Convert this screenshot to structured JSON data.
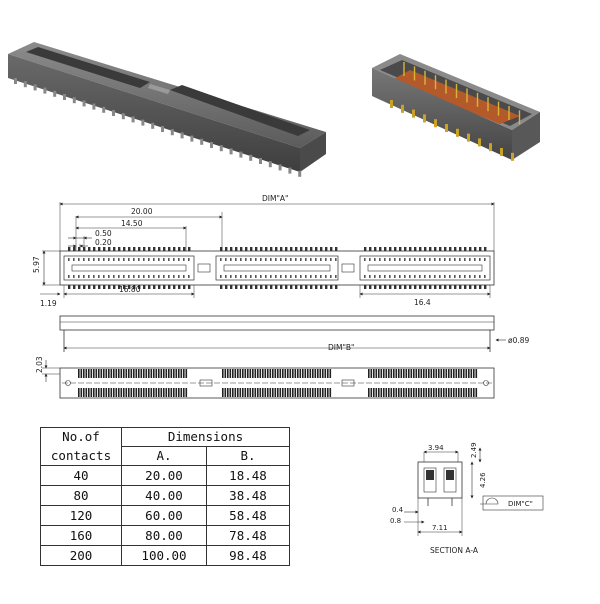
{
  "dims_top": {
    "dim_a": "DIM\"A\"",
    "d20": "20.00",
    "d1450": "14.50",
    "d050": "0.50",
    "d020": "0.20",
    "d597": "5.97",
    "d119": "1.19",
    "d1680": "16.80",
    "d164": "16.4"
  },
  "dims_side": {
    "dim_b": "DIM\"B\"",
    "dia": "ø0.89"
  },
  "dims_bottom": {
    "d203": "2.03"
  },
  "section": {
    "d394": "3.94",
    "d249": "2.49",
    "d426": "4.26",
    "dim_c": "DIM\"C\"",
    "d04": "0.4",
    "d08": "0.8",
    "d711": "7.11",
    "title": "SECTION A-A"
  },
  "table": {
    "col1_line1": "No.of",
    "col1_line2": "contacts",
    "dimensions": "Dimensions",
    "col_a": "A.",
    "col_b": "B.",
    "rows": [
      {
        "contacts": "40",
        "a": "20.00",
        "b": "18.48"
      },
      {
        "contacts": "80",
        "a": "40.00",
        "b": "38.48"
      },
      {
        "contacts": "120",
        "a": "60.00",
        "b": "58.48"
      },
      {
        "contacts": "160",
        "a": "80.00",
        "b": "78.48"
      },
      {
        "contacts": "200",
        "a": "100.00",
        "b": "98.48"
      }
    ]
  }
}
